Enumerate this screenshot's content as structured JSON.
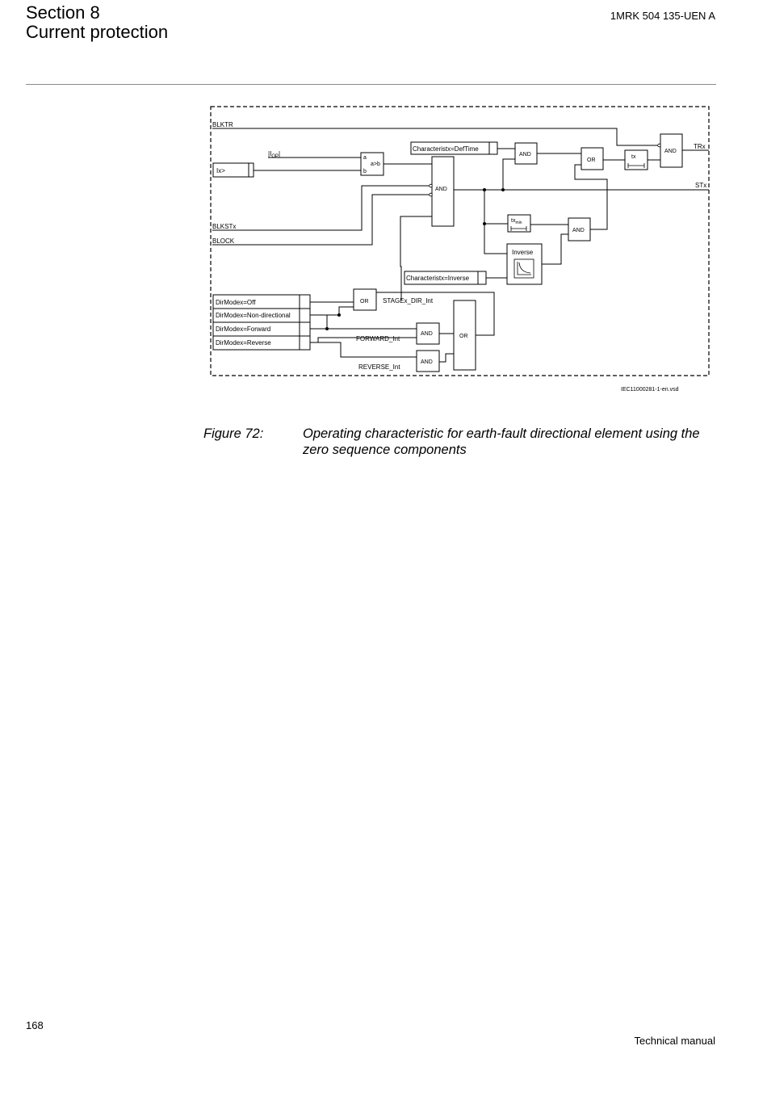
{
  "header": {
    "section": "Section 8",
    "chapter": "Current protection",
    "document_id": "1MRK 504 135-UEN A"
  },
  "diagram": {
    "signals": {
      "blktr": "BLKTR",
      "blkst": "BLKSTx",
      "block": "BLOCK",
      "ix": "Ix>",
      "iop_main": "|I",
      "iop_sub": "OP",
      "iop_end": "|",
      "trx": "TRx",
      "stx": "STx",
      "stage_dir": "STAGEx_DIR_Int",
      "forward_int": "FORWARD_Int",
      "reverse_int": "REVERSE_Int"
    },
    "comparator": {
      "a": "a",
      "b": "b",
      "op": "a>b"
    },
    "conditions": {
      "deftime": "Characteristx=DefTime",
      "inverse": "Characteristx=Inverse"
    },
    "gates": {
      "and": "AND",
      "or": "OR"
    },
    "timers": {
      "tx": "tx",
      "txmin_main": "tx",
      "txmin_sub": "min",
      "inverse": "Inverse"
    },
    "dirmodes": [
      "DirModex=Off",
      "DirModex=Non-directional",
      "DirModex=Forward",
      "DirModex=Reverse"
    ],
    "file_ref": "IEC11000281-1-en.vsd"
  },
  "caption": {
    "label": "Figure 72:",
    "text": "Operating characteristic for earth-fault directional element using the zero sequence components"
  },
  "footer": {
    "page_number": "168",
    "manual": "Technical manual"
  }
}
